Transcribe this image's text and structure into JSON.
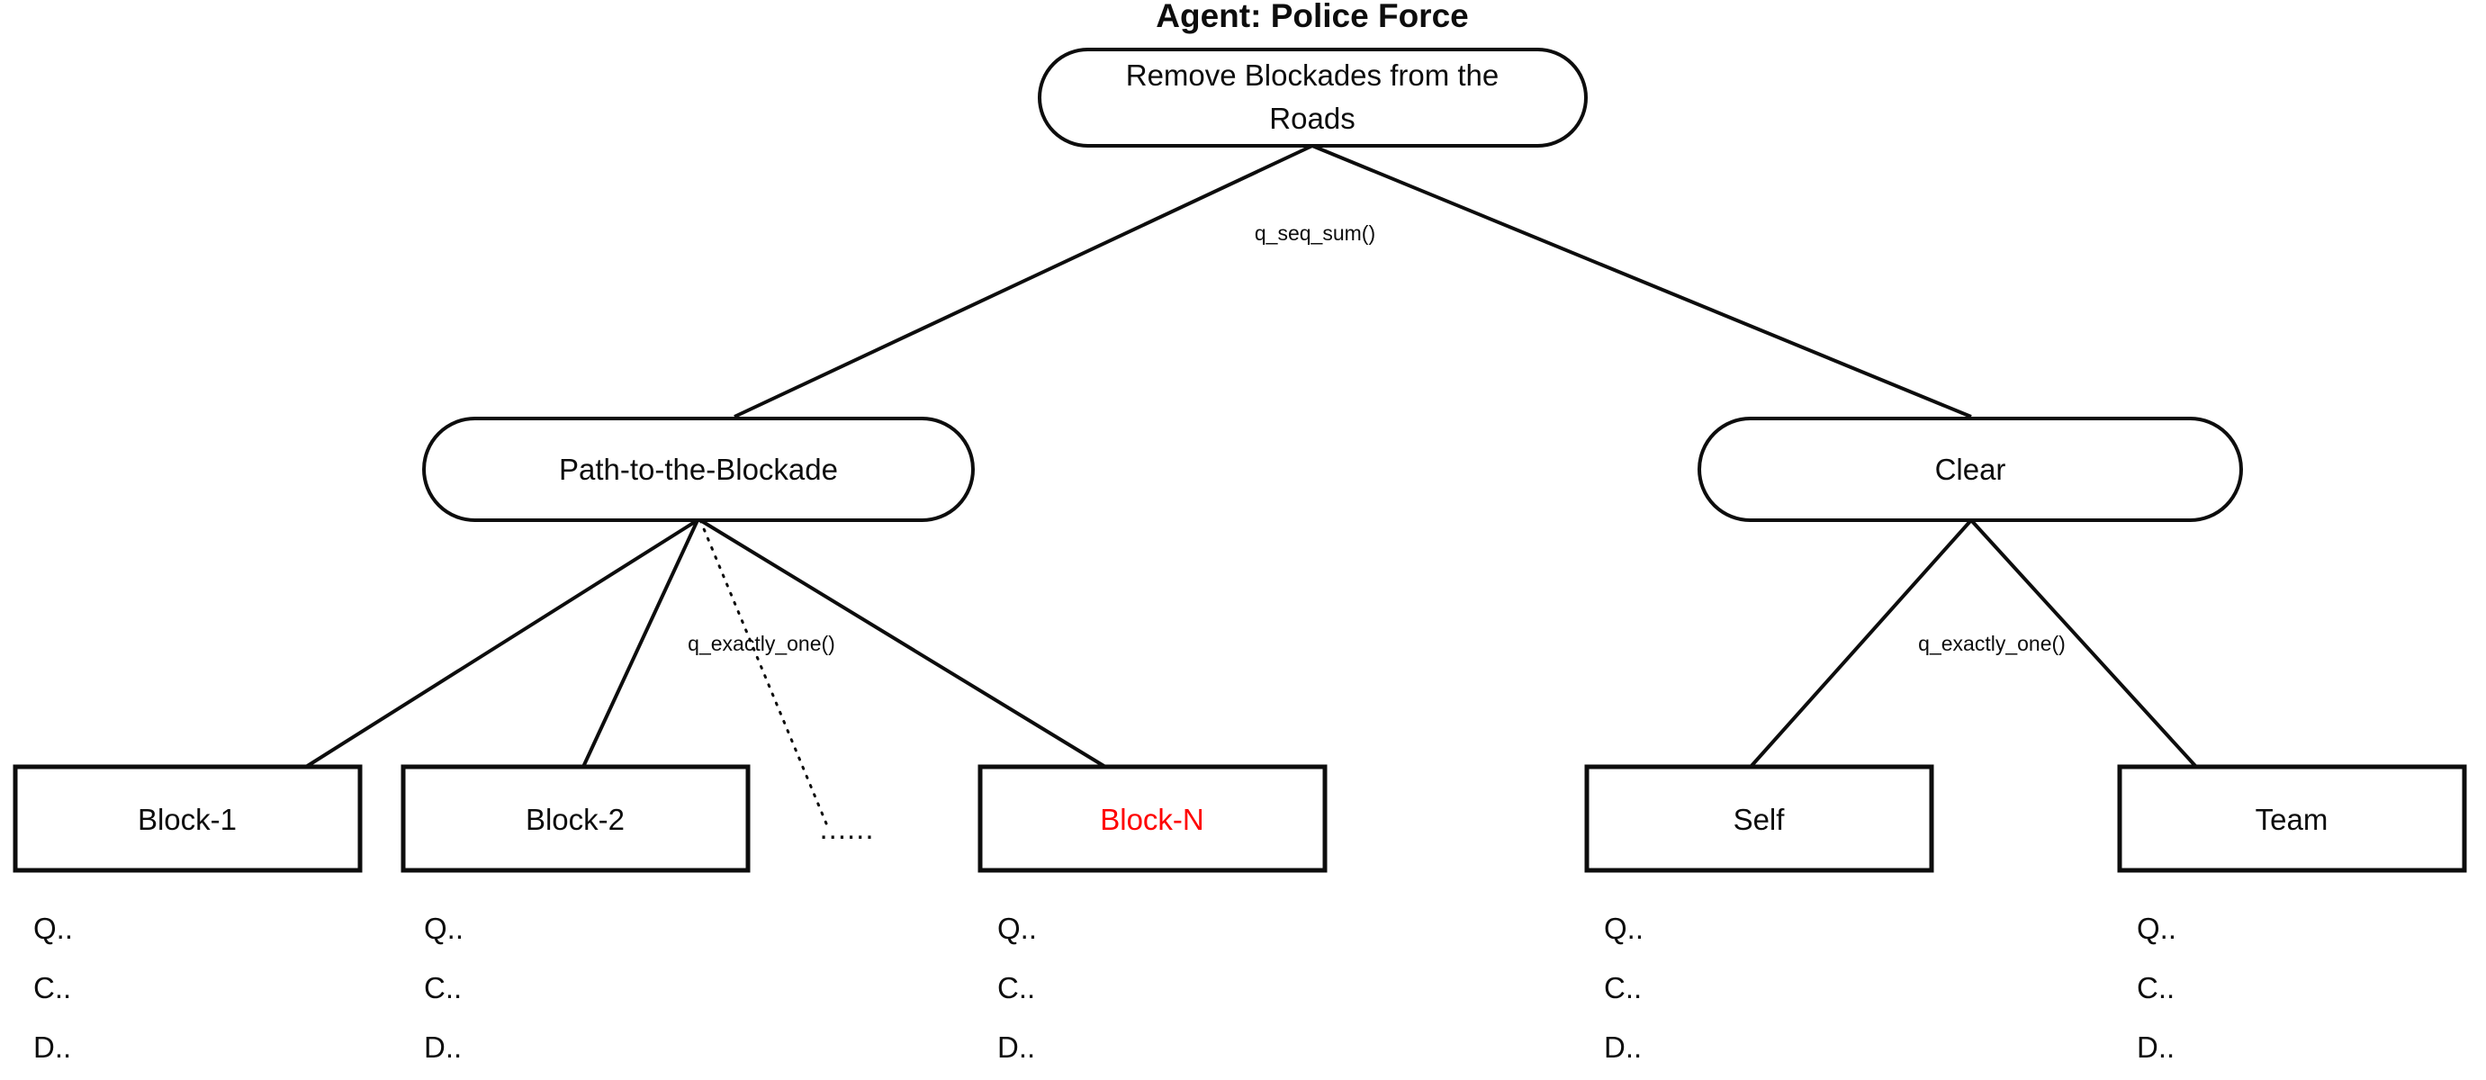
{
  "title": "Agent: Police Force",
  "colors": {
    "stroke": "#0d0d0d",
    "background": "#ffffff",
    "highlight": "#ff0000"
  },
  "nodes": {
    "root": {
      "label_line1": "Remove Blockades from the",
      "label_line2": "Roads"
    },
    "mid_left": {
      "label": "Path-to-the-Blockade"
    },
    "mid_right": {
      "label": "Clear"
    },
    "leaf_block1": {
      "label": "Block-1"
    },
    "leaf_block2": {
      "label": "Block-2"
    },
    "leaf_blockn": {
      "label": "Block-N"
    },
    "leaf_self": {
      "label": "Self"
    },
    "leaf_team": {
      "label": "Team"
    }
  },
  "edge_labels": {
    "root": "q_seq_sum()",
    "left_branch": "q_exactly_one()",
    "right_branch": "q_exactly_one()"
  },
  "ellipsis": "......",
  "annotations": {
    "line1": "Q..",
    "line2": "C..",
    "line3": "D.."
  }
}
